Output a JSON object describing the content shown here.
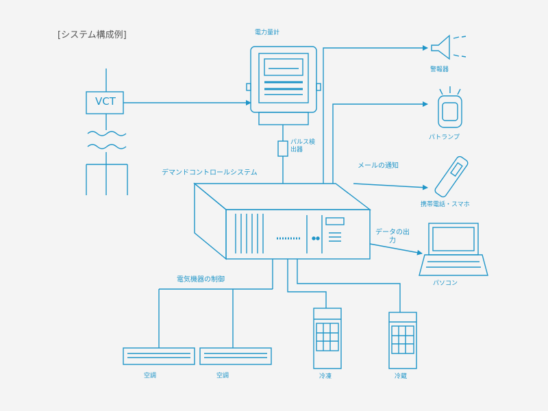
{
  "title": "[システム構成例]",
  "labels": {
    "vct": "VCT",
    "meter": "電力量計",
    "pulse_detector": "パルス検出器",
    "demand_system": "デマンドコントロールシステム",
    "mail_notice": "メールの通知",
    "data_output": "データの出力",
    "energy_control": "電気機器の制御",
    "buzzer": "警報器",
    "patlite": "パトランプ",
    "mobile": "携帯電話・スマホ",
    "pc": "パソコン",
    "aircon1": "空調",
    "aircon2": "空調",
    "unit1": "冷凍",
    "unit2": "冷蔵"
  },
  "colors": {
    "line": "#1f95c8",
    "background": "#f4f4f4",
    "title": "#555555"
  }
}
